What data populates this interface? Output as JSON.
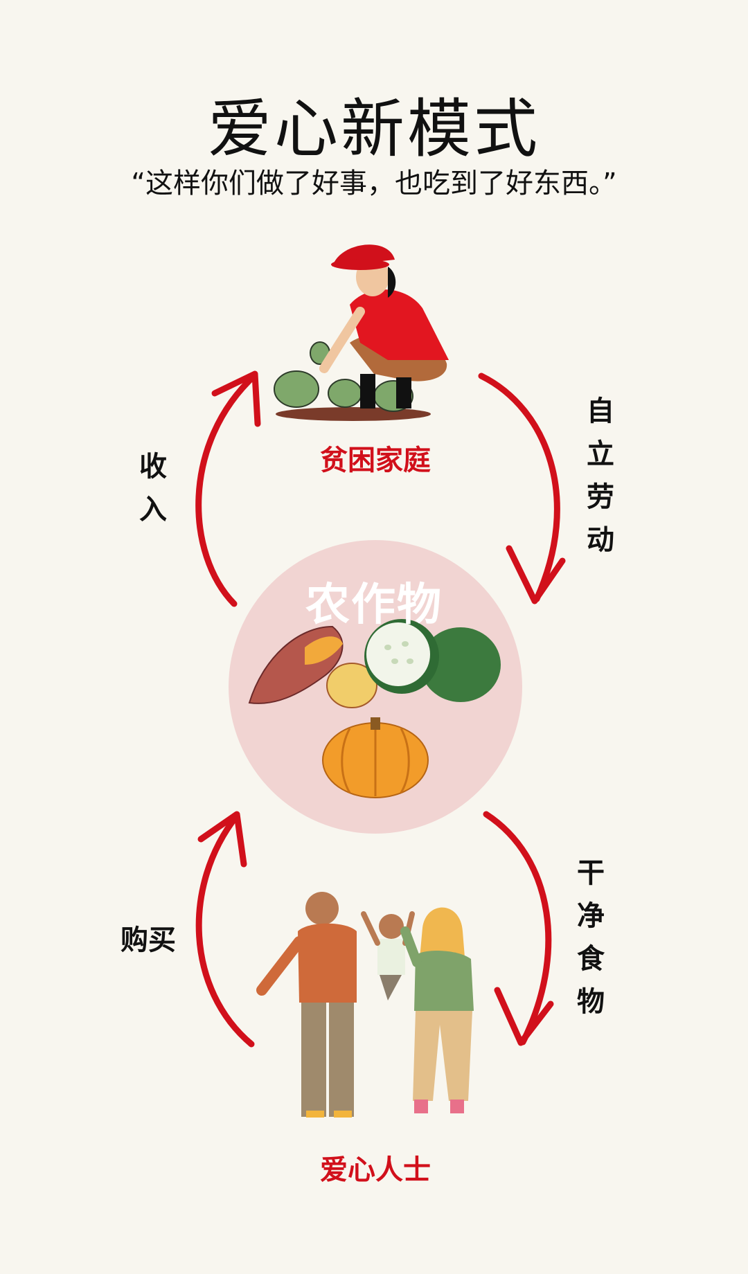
{
  "title": "爱心新模式",
  "subtitle": "“这样你们做了好事，也吃到了好东西。”",
  "nodes": {
    "top": "贫困家庭",
    "center": "农作物",
    "bottom": "爱心人士"
  },
  "flows": {
    "right_top": "自立劳动",
    "left_top": "收入",
    "right_bottom": "干净食物",
    "left_bottom": "购买"
  },
  "colors": {
    "accent": "#d1101b",
    "background": "#f8f6ef",
    "center_circle": "#f1d4d2"
  },
  "icons": [
    "farmer-illustration",
    "sweet-potato-icon",
    "winter-melon-icon",
    "pumpkin-icon",
    "family-illustration"
  ]
}
